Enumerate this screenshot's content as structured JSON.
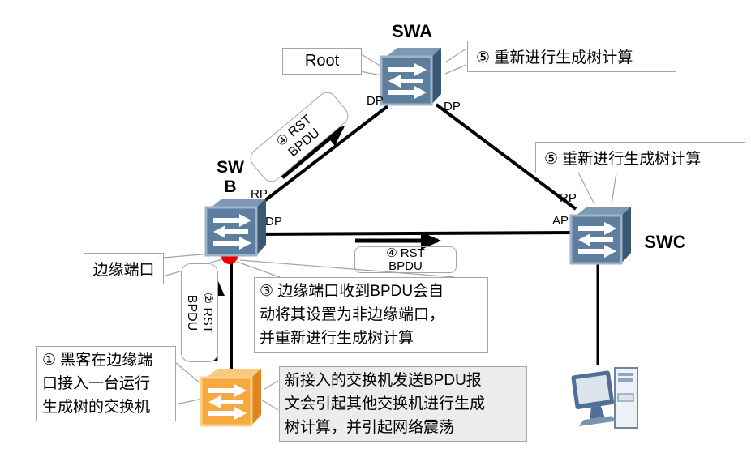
{
  "colors": {
    "link": "#000000",
    "callout_border": "#a6a6a6",
    "note_bg": "#ececec",
    "alert_dot": "#e90000",
    "switch_front": "#5d7e9e",
    "switch_top": "#7e99b5",
    "switch_side": "#3b5878",
    "switch_edge": "#9fb2c6",
    "rogue_front": "#f5a93f",
    "rogue_top": "#f9c97d",
    "rogue_side": "#e0861f",
    "rogue_edge": "#fbd08a"
  },
  "nodes": {
    "swa": {
      "name": "SWA",
      "root_label": "Root",
      "port_left": "DP",
      "port_right": "DP"
    },
    "swb": {
      "name": "SW\nB",
      "port_rp": "RP",
      "port_dp": "DP"
    },
    "swc": {
      "name": "SWC",
      "port_rp": "RP",
      "port_ap": "AP"
    }
  },
  "annotations": {
    "edge_port": "边缘端口",
    "step1": "① 黑客在边缘端\n口接入一台运行\n生成树的交换机",
    "step2": "② RST\nBPDU",
    "step3": "③ 边缘端口收到BPDU会自\n动将其设置为非边缘端口，\n并重新进行生成树计算",
    "step4_diagonal": "④ RST\nBPDU",
    "step4_horizontal": "④ RST\nBPDU",
    "step5_swa": "⑤ 重新进行生成树计算",
    "step5_swc": "⑤ 重新进行生成树计算",
    "note": "新接入的交换机发送BPDU报\n文会引起其他交换机进行生成\n树计算，并引起网络震荡"
  }
}
